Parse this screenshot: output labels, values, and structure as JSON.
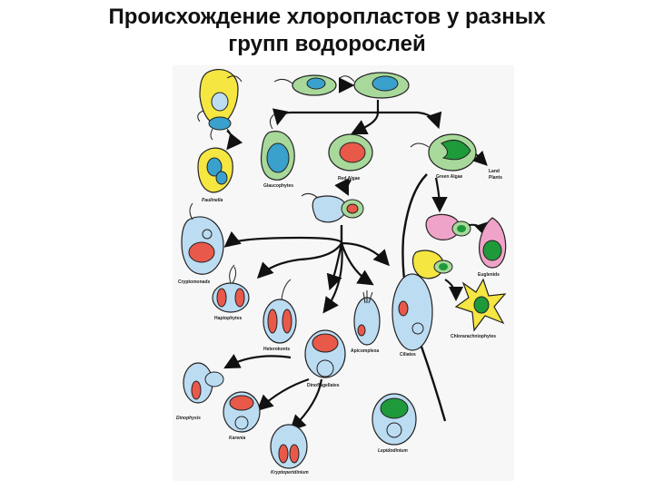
{
  "title": {
    "line1": "Происхождение хлоропластов у разных",
    "line2": "групп водорослей"
  },
  "labels": {
    "paulinella": "Paulinella",
    "glaucophytes": "Glaucophytes",
    "red_algae": "Red Algae",
    "green_algae": "Green Algae",
    "land_plants_1": "Land",
    "land_plants_2": "Plants",
    "cryptomonads": "Cryptomonads",
    "haptophytes": "Haptophytes",
    "heterokonts": "Heterokonts",
    "apicomplexa": "Apicomplexa",
    "ciliates": "Ciliates",
    "euglenids": "Euglenids",
    "chlorarachniophytes": "Chlorarachniophytes",
    "dinoflagellates": "Dinoflagellates",
    "dinophysis": "Dinophysis",
    "karenia": "Karenia",
    "kryptoperidinium": "Kryptoperidinium",
    "lepidodinium": "Lepidodinium"
  },
  "colors": {
    "yellow": "#f5e642",
    "blue": "#bcdcf2",
    "green": "#1f9a3a",
    "light_green": "#a8d99b",
    "red": "#e8594a",
    "pink": "#f0a3c8",
    "outline": "#222222"
  }
}
